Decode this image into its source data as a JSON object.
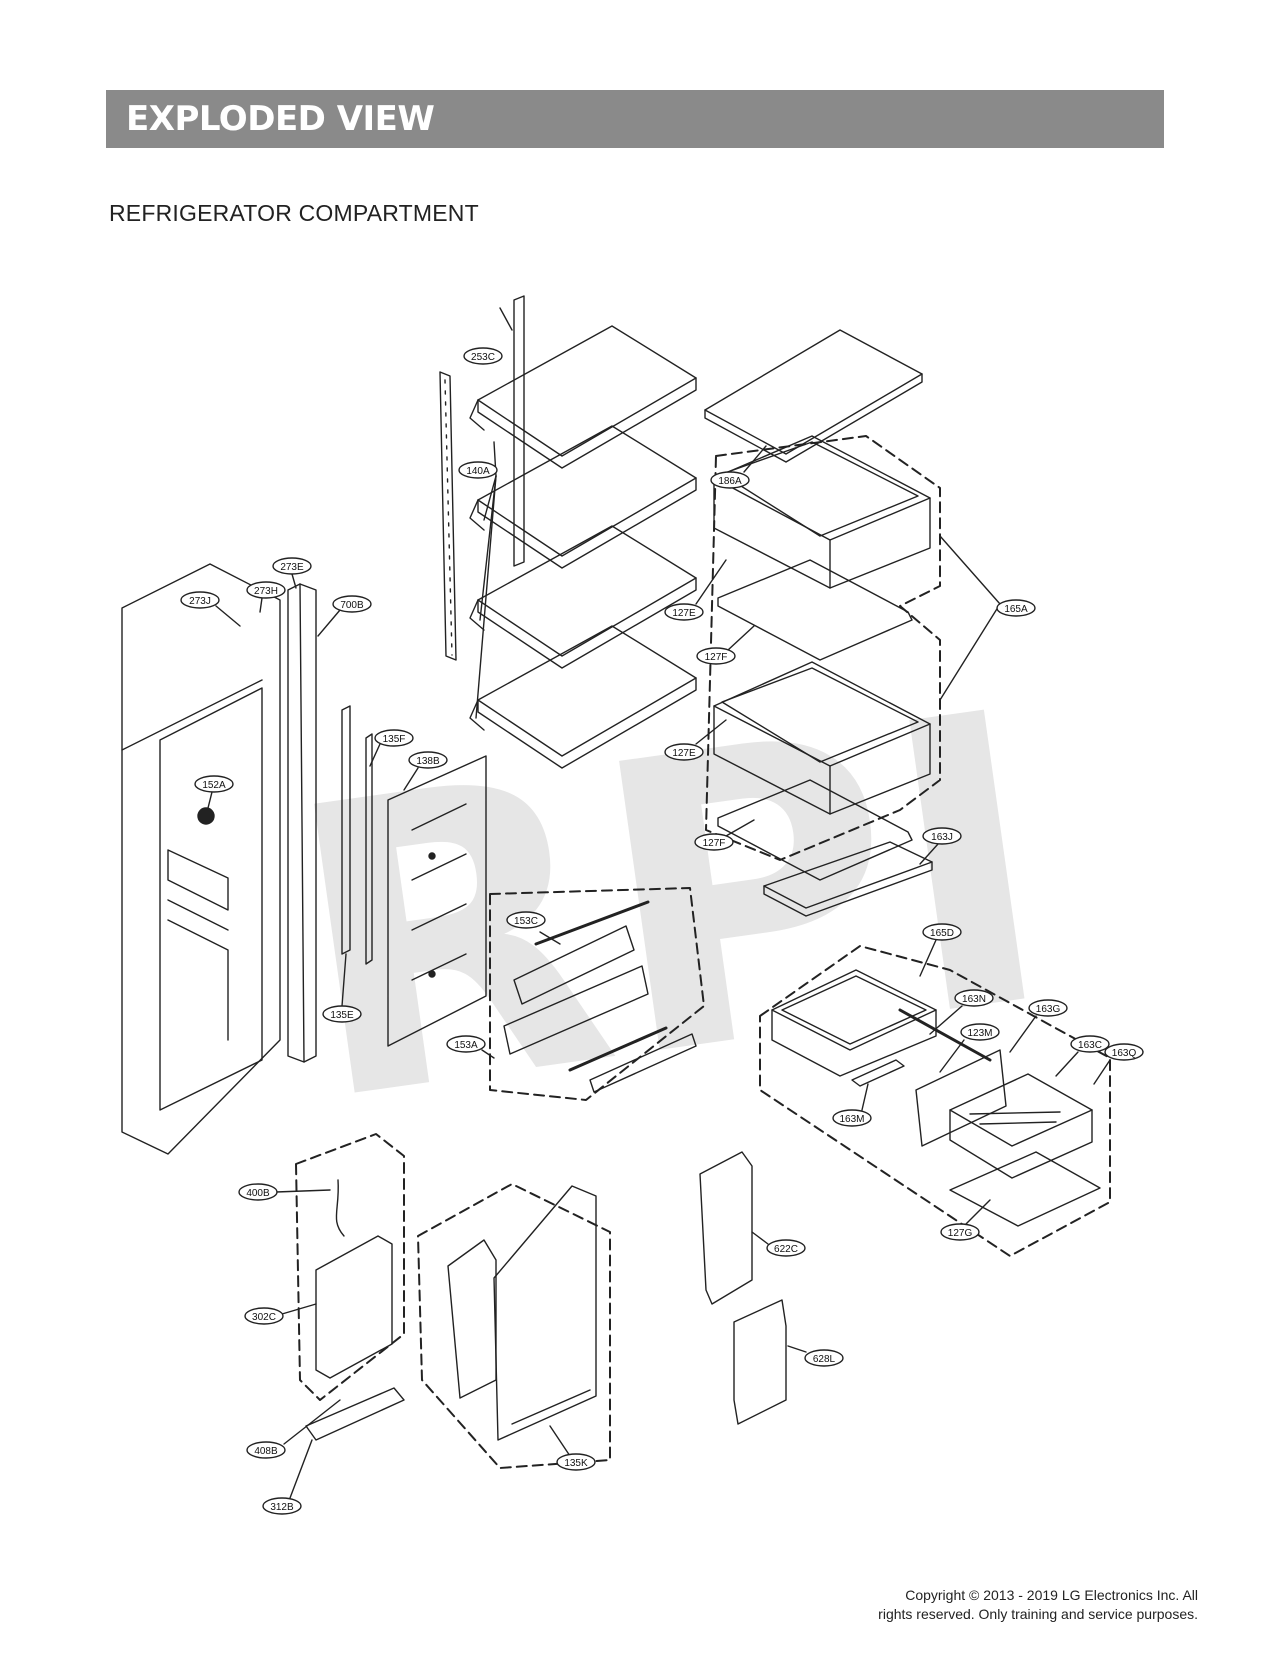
{
  "header": {
    "title": "EXPLODED VIEW"
  },
  "section": {
    "title": "REFRIGERATOR COMPARTMENT"
  },
  "watermark": "RPI",
  "callouts": [
    {
      "id": "c-253c",
      "label": "253C"
    },
    {
      "id": "c-140a",
      "label": "140A"
    },
    {
      "id": "c-186a",
      "label": "186A"
    },
    {
      "id": "c-273e",
      "label": "273E"
    },
    {
      "id": "c-273j",
      "label": "273J"
    },
    {
      "id": "c-273h",
      "label": "273H"
    },
    {
      "id": "c-700b",
      "label": "700B"
    },
    {
      "id": "c-127e-1",
      "label": "127E"
    },
    {
      "id": "c-127f-1",
      "label": "127F"
    },
    {
      "id": "c-165a",
      "label": "165A"
    },
    {
      "id": "c-127e-2",
      "label": "127E"
    },
    {
      "id": "c-127f-2",
      "label": "127F"
    },
    {
      "id": "c-135f",
      "label": "135F"
    },
    {
      "id": "c-138b",
      "label": "138B"
    },
    {
      "id": "c-152a",
      "label": "152A"
    },
    {
      "id": "c-163j",
      "label": "163J"
    },
    {
      "id": "c-153c",
      "label": "153C"
    },
    {
      "id": "c-165d",
      "label": "165D"
    },
    {
      "id": "c-135e",
      "label": "135E"
    },
    {
      "id": "c-163n",
      "label": "163N"
    },
    {
      "id": "c-163g",
      "label": "163G"
    },
    {
      "id": "c-123m",
      "label": "123M"
    },
    {
      "id": "c-163c",
      "label": "163C"
    },
    {
      "id": "c-163q",
      "label": "163Q"
    },
    {
      "id": "c-153a",
      "label": "153A"
    },
    {
      "id": "c-163m",
      "label": "163M"
    },
    {
      "id": "c-400b",
      "label": "400B"
    },
    {
      "id": "c-622c",
      "label": "622C"
    },
    {
      "id": "c-127g",
      "label": "127G"
    },
    {
      "id": "c-302c",
      "label": "302C"
    },
    {
      "id": "c-628l",
      "label": "628L"
    },
    {
      "id": "c-408b",
      "label": "408B"
    },
    {
      "id": "c-135k",
      "label": "135K"
    },
    {
      "id": "c-312b",
      "label": "312B"
    }
  ],
  "footer": {
    "line1": "Copyright © 2013 - 2019 LG Electronics Inc. All",
    "line2": "rights reserved. Only training and service purposes."
  }
}
